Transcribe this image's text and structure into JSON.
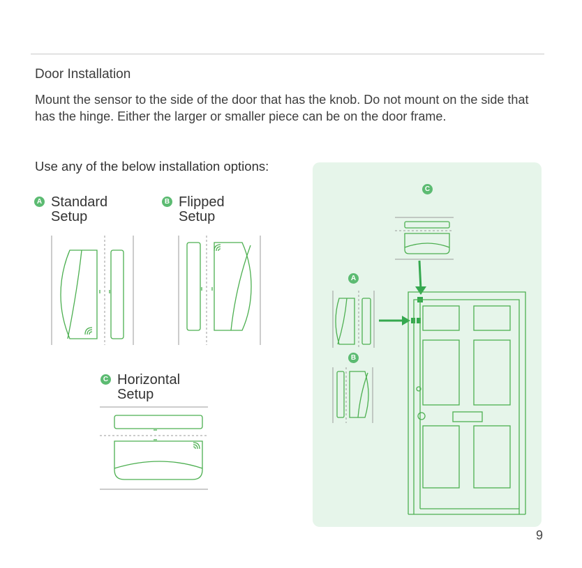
{
  "section_title": "Door Installation",
  "intro": "Mount the sensor to the side of the door that has the knob. Do not mount on the side that has the hinge. Either the larger or smaller piece can be on the door frame.",
  "options_heading": "Use any of the below installation options:",
  "options": [
    {
      "badge": "A",
      "line1": "Standard",
      "line2": "Setup"
    },
    {
      "badge": "B",
      "line1": "Flipped",
      "line2": "Setup"
    },
    {
      "badge": "C",
      "line1": "Horizontal",
      "line2": "Setup"
    }
  ],
  "door_panel": {
    "badges": [
      "C",
      "A",
      "B"
    ]
  },
  "page_number": "9",
  "colors": {
    "accent": "#5cbb72",
    "line_green": "#4caf50",
    "panel_bg": "#e6f5ea",
    "text": "#3d3d3d"
  }
}
